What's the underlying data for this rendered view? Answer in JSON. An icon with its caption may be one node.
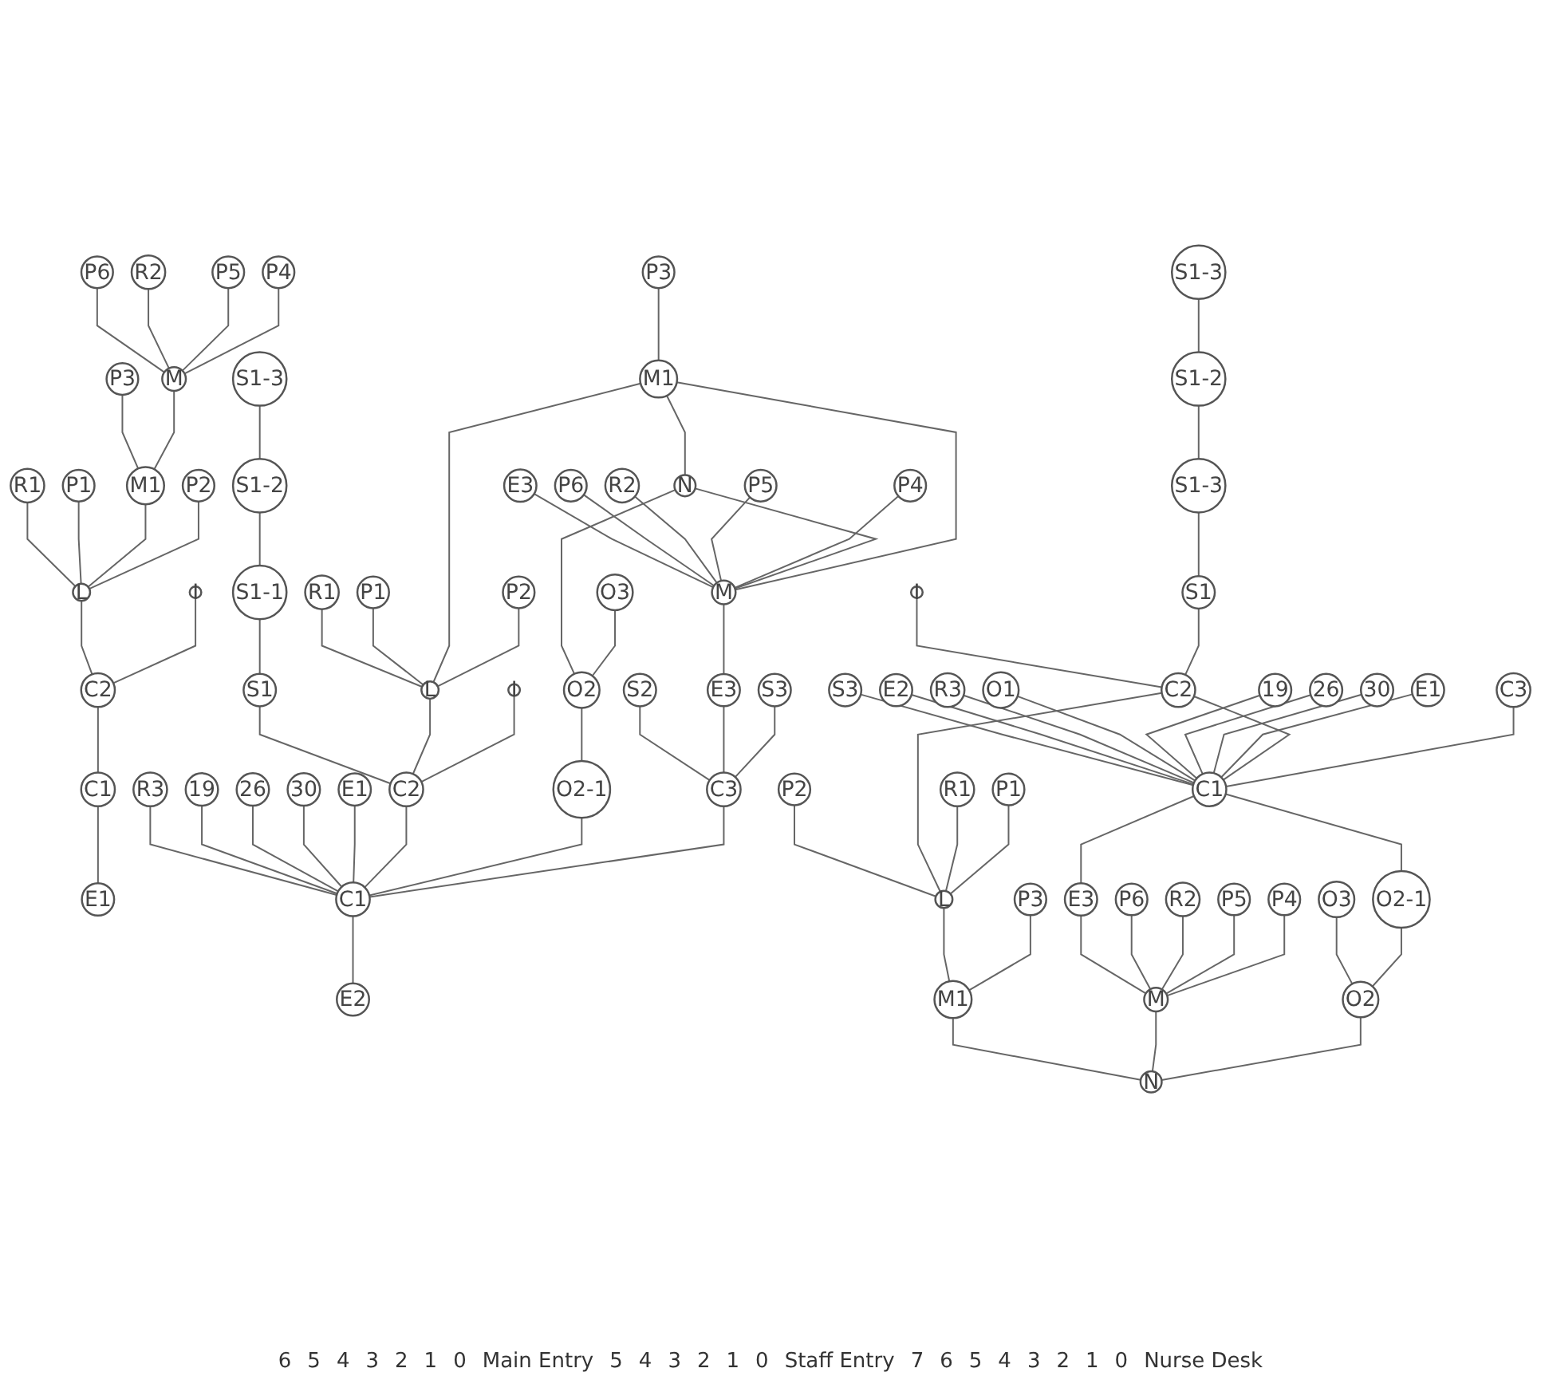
{
  "diagram": {
    "nodes": [
      {
        "text": [
          "P6"
        ]
      },
      {
        "text": [
          "R2"
        ]
      },
      {
        "text": [
          "P5"
        ]
      },
      {
        "text": [
          "P4"
        ]
      },
      {
        "text": [
          "P3"
        ]
      },
      {
        "text": [
          "M"
        ]
      },
      {
        "text": [
          "R1"
        ]
      },
      {
        "text": [
          "P1"
        ]
      },
      {
        "text": [
          "M1"
        ]
      },
      {
        "text": [
          "P2"
        ]
      },
      {
        "text": [
          "L"
        ]
      },
      {
        "text": [
          "I"
        ]
      },
      {
        "text": [
          "C2"
        ]
      },
      {
        "text": [
          "C1"
        ]
      },
      {
        "text": [
          "E1"
        ]
      },
      {
        "text": [
          "S1-3"
        ]
      },
      {
        "text": [
          "S1-2"
        ]
      },
      {
        "text": [
          "P3"
        ]
      },
      {
        "text": [
          "E3"
        ]
      },
      {
        "text": [
          "P6"
        ]
      },
      {
        "text": [
          "R2"
        ]
      },
      {
        "text": [
          "P5"
        ]
      },
      {
        "text": [
          "P4"
        ]
      },
      {
        "text": [
          "S1-1"
        ]
      },
      {
        "text": [
          "R1"
        ]
      },
      {
        "text": [
          "P1"
        ]
      },
      {
        "text": [
          "M1"
        ]
      },
      {
        "text": [
          "P2"
        ]
      },
      {
        "text": [
          "N"
        ]
      },
      {
        "text": [
          "O3"
        ]
      },
      {
        "text": [
          "M"
        ]
      },
      {
        "text": [
          "S1"
        ]
      },
      {
        "text": [
          "L"
        ]
      },
      {
        "text": [
          "I"
        ]
      },
      {
        "text": [
          "O2"
        ]
      },
      {
        "text": [
          "S2"
        ]
      },
      {
        "text": [
          "E3"
        ]
      },
      {
        "text": [
          "S3"
        ]
      },
      {
        "text": [
          "R3"
        ]
      },
      {
        "text": [
          "19"
        ]
      },
      {
        "text": [
          "26"
        ]
      },
      {
        "text": [
          "30"
        ]
      },
      {
        "text": [
          "E1"
        ]
      },
      {
        "text": [
          "C2"
        ]
      },
      {
        "text": [
          "O2-1"
        ]
      },
      {
        "text": [
          "C3"
        ]
      },
      {
        "text": [
          "C1"
        ]
      },
      {
        "text": [
          "E2"
        ]
      },
      {
        "text": [
          "S1-3"
        ]
      },
      {
        "text": [
          "S1-2"
        ]
      },
      {
        "text": [
          "S1-3"
        ]
      },
      {
        "text": [
          "I"
        ]
      },
      {
        "text": [
          "S1"
        ]
      },
      {
        "text": [
          "S3"
        ]
      },
      {
        "text": [
          "E2"
        ]
      },
      {
        "text": [
          "R3"
        ]
      },
      {
        "text": [
          "O1"
        ]
      },
      {
        "text": [
          "19"
        ]
      },
      {
        "text": [
          "26"
        ]
      },
      {
        "text": [
          "30"
        ]
      },
      {
        "text": [
          "E1"
        ]
      },
      {
        "text": [
          "P2"
        ]
      },
      {
        "text": [
          "C2"
        ]
      },
      {
        "text": [
          "R1"
        ]
      },
      {
        "text": [
          "P1"
        ]
      },
      {
        "text": [
          "C3"
        ]
      },
      {
        "text": [
          "C1"
        ]
      },
      {
        "text": [
          "L"
        ]
      },
      {
        "text": [
          "P3"
        ]
      },
      {
        "text": [
          "E3"
        ]
      },
      {
        "text": [
          "P6"
        ]
      },
      {
        "text": [
          "R2"
        ]
      },
      {
        "text": [
          "P5"
        ]
      },
      {
        "text": [
          "P4"
        ]
      },
      {
        "text": [
          "O3"
        ]
      },
      {
        "text": [
          "O2-1"
        ]
      },
      {
        "text": [
          "M1"
        ]
      },
      {
        "text": [
          "M"
        ]
      },
      {
        "text": [
          "O2"
        ]
      },
      {
        "text": [
          "N"
        ]
      }
    ],
    "edges": [
      {
        "from": 0,
        "to": 5,
        "arrow": "none"
      },
      {
        "from": 1,
        "to": 5,
        "arrow": "none"
      },
      {
        "from": 2,
        "to": 5,
        "arrow": "none"
      },
      {
        "from": 3,
        "to": 5,
        "arrow": "none"
      },
      {
        "from": 4,
        "to": 8,
        "arrow": "none"
      },
      {
        "from": 5,
        "to": 8,
        "arrow": "none"
      },
      {
        "from": 6,
        "to": 10,
        "arrow": "none"
      },
      {
        "from": 7,
        "to": 10,
        "arrow": "none"
      },
      {
        "from": 8,
        "to": 10,
        "arrow": "none"
      },
      {
        "from": 9,
        "to": 10,
        "arrow": "none"
      },
      {
        "from": 10,
        "to": 12,
        "arrow": "none"
      },
      {
        "from": 11,
        "to": 12,
        "arrow": "none"
      },
      {
        "from": 12,
        "to": 13,
        "arrow": "none"
      },
      {
        "from": 13,
        "to": 14,
        "arrow": "none"
      },
      {
        "from": 15,
        "to": 16,
        "arrow": "none"
      },
      {
        "from": 16,
        "to": 23,
        "arrow": "none"
      },
      {
        "from": 17,
        "to": 26,
        "arrow": "none"
      },
      {
        "from": 18,
        "to": 30,
        "arrow": "none"
      },
      {
        "from": 19,
        "to": 30,
        "arrow": "none"
      },
      {
        "from": 20,
        "to": 30,
        "arrow": "none"
      },
      {
        "from": 21,
        "to": 30,
        "arrow": "none"
      },
      {
        "from": 22,
        "to": 30,
        "arrow": "none"
      },
      {
        "from": 23,
        "to": 31,
        "arrow": "none"
      },
      {
        "from": 24,
        "to": 32,
        "arrow": "none"
      },
      {
        "from": 25,
        "to": 32,
        "arrow": "none"
      },
      {
        "from": 26,
        "to": 32,
        "arrow": "none"
      },
      {
        "from": 27,
        "to": 32,
        "arrow": "none"
      },
      {
        "from": 26,
        "to": 28,
        "arrow": "none"
      },
      {
        "from": 28,
        "to": 30,
        "arrow": "none"
      },
      {
        "from": 26,
        "to": 30,
        "arrow": "none"
      },
      {
        "from": 28,
        "to": 34,
        "arrow": "none"
      },
      {
        "from": 29,
        "to": 34,
        "arrow": "none"
      },
      {
        "from": 30,
        "to": 36,
        "arrow": "none"
      },
      {
        "from": 31,
        "to": 43,
        "arrow": "none"
      },
      {
        "from": 32,
        "to": 43,
        "arrow": "none"
      },
      {
        "from": 33,
        "to": 43,
        "arrow": "none"
      },
      {
        "from": 34,
        "to": 44,
        "arrow": "none"
      },
      {
        "from": 35,
        "to": 45,
        "arrow": "none"
      },
      {
        "from": 36,
        "to": 45,
        "arrow": "none"
      },
      {
        "from": 37,
        "to": 45,
        "arrow": "none"
      },
      {
        "from": 38,
        "to": 46,
        "arrow": "none"
      },
      {
        "from": 39,
        "to": 46,
        "arrow": "none"
      },
      {
        "from": 40,
        "to": 46,
        "arrow": "none"
      },
      {
        "from": 41,
        "to": 46,
        "arrow": "none"
      },
      {
        "from": 42,
        "to": 46,
        "arrow": "none"
      },
      {
        "from": 43,
        "to": 46,
        "arrow": "none"
      },
      {
        "from": 44,
        "to": 46,
        "arrow": "none"
      },
      {
        "from": 45,
        "to": 46,
        "arrow": "none"
      },
      {
        "from": 46,
        "to": 47,
        "arrow": "none"
      },
      {
        "from": 48,
        "to": 49,
        "arrow": "none"
      },
      {
        "from": 49,
        "to": 50,
        "arrow": "none"
      },
      {
        "from": 50,
        "to": 52,
        "arrow": "none"
      },
      {
        "from": 51,
        "to": 62,
        "arrow": "none"
      },
      {
        "from": 52,
        "to": 62,
        "arrow": "none"
      },
      {
        "from": 53,
        "to": 66,
        "arrow": "none"
      },
      {
        "from": 54,
        "to": 66,
        "arrow": "none"
      },
      {
        "from": 55,
        "to": 66,
        "arrow": "none"
      },
      {
        "from": 56,
        "to": 66,
        "arrow": "none"
      },
      {
        "from": 57,
        "to": 66,
        "arrow": "none"
      },
      {
        "from": 58,
        "to": 66,
        "arrow": "none"
      },
      {
        "from": 59,
        "to": 66,
        "arrow": "none"
      },
      {
        "from": 60,
        "to": 66,
        "arrow": "none"
      },
      {
        "from": 61,
        "to": 67,
        "arrow": "none"
      },
      {
        "from": 62,
        "to": 67,
        "arrow": "none"
      },
      {
        "from": 63,
        "to": 67,
        "arrow": "none"
      },
      {
        "from": 64,
        "to": 67,
        "arrow": "none"
      },
      {
        "from": 62,
        "to": 66,
        "arrow": "none"
      },
      {
        "from": 65,
        "to": 66,
        "arrow": "none"
      },
      {
        "from": 66,
        "to": 69,
        "arrow": "none"
      },
      {
        "from": 66,
        "to": 75,
        "arrow": "none"
      },
      {
        "from": 67,
        "to": 76,
        "arrow": "none"
      },
      {
        "from": 68,
        "to": 76,
        "arrow": "none"
      },
      {
        "from": 69,
        "to": 77,
        "arrow": "none"
      },
      {
        "from": 70,
        "to": 77,
        "arrow": "none"
      },
      {
        "from": 71,
        "to": 77,
        "arrow": "none"
      },
      {
        "from": 72,
        "to": 77,
        "arrow": "none"
      },
      {
        "from": 73,
        "to": 77,
        "arrow": "none"
      },
      {
        "from": 74,
        "to": 78,
        "arrow": "none"
      },
      {
        "from": 75,
        "to": 78,
        "arrow": "none"
      },
      {
        "from": 76,
        "to": 79,
        "arrow": "none"
      },
      {
        "from": 77,
        "to": 79,
        "arrow": "none"
      },
      {
        "from": 78,
        "to": 79,
        "arrow": "none"
      }
    ],
    "labels": [
      "6",
      "5",
      "4",
      "3",
      "2",
      "1",
      "0",
      "Main Entry",
      "5",
      "4",
      "3",
      "2",
      "1",
      "0",
      "Staff Entry",
      "7",
      "6",
      "5",
      "4",
      "3",
      "2",
      "1",
      "0",
      "Nurse Desk"
    ]
  }
}
